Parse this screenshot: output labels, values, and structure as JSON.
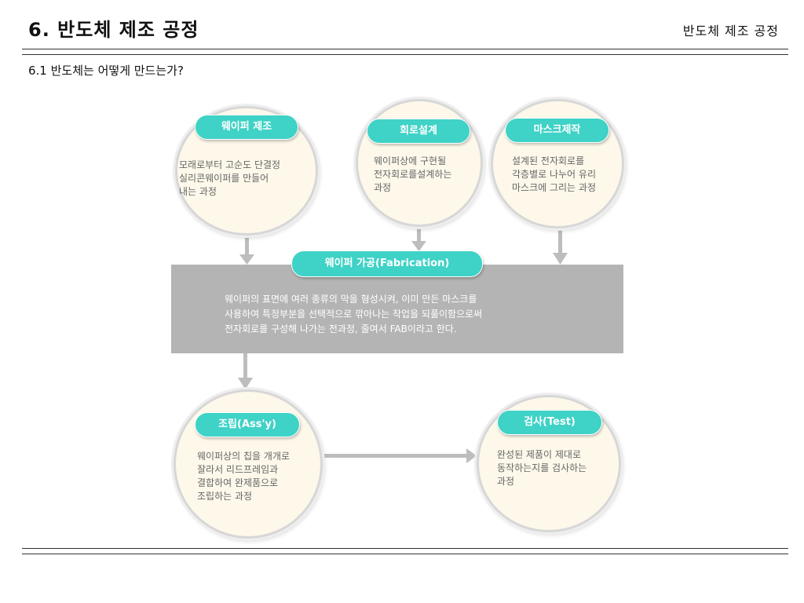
{
  "header": {
    "title": "6.  반도체 제조 공정",
    "right_label": "반도체 제조 공정"
  },
  "section": {
    "title": "6.1 반도체는 어떻게 만드는가?"
  },
  "diagram": {
    "wafer_manufacturing": {
      "label": "웨이퍼 제조",
      "description": "모래로부터 고순도 단결정\n실리콘웨이퍼를 만들어\n내는 과정"
    },
    "circuit_design": {
      "label": "회로설계",
      "description": "웨이퍼상에 구현될\n전자회로를설계하는\n과정"
    },
    "mask_making": {
      "label": "마스크제작",
      "description": "설계된 전자회로를\n각층별로 나누어 유리\n마스크에 그리는 과정"
    },
    "fabrication": {
      "label": "웨이퍼 가공(Fabrication)",
      "description": "웨이퍼의 표면에 여러 종류의 막을 형성시켜, 이미 만든 마스크를\n사용하여 특정부분을 선택적으로 깎아나는 작업을 되풀이함으로써\n전자회로를 구성해 나가는 전과정, 줄여서 FAB이라고 한다."
    },
    "assembly": {
      "label": "조립(Ass'y)",
      "description": "웨이퍼상의 칩을 개개로\n잘라서 리드프레임과\n결합하여 완제품으로\n조립하는 과정"
    },
    "test": {
      "label": "검사(Test)",
      "description": "완성된 제품이 제대로\n동작하는지를 검사하는\n과정"
    },
    "colors": {
      "pill": "#3fd2c6",
      "circle_fill": "#fdf8ea",
      "box_fill": "#b4b4b4",
      "arrow": "#bdbdbd"
    }
  }
}
